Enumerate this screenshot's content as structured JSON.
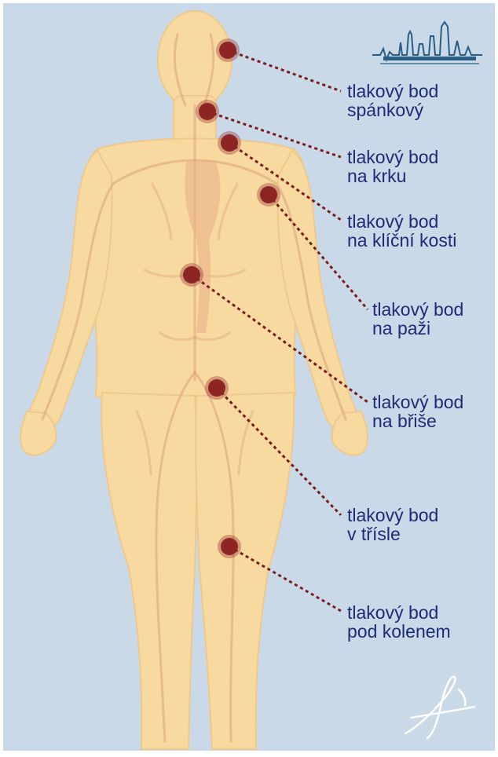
{
  "colors": {
    "background": "#c9d9e8",
    "body": "#f8d9a0",
    "vessels": "#d9a27a",
    "pressure_point": "#8e2525",
    "leader_line": "#7a1c1c",
    "label_text": "#1e2a78",
    "logo": "#2a5d86"
  },
  "logo": {
    "icon": "city-skyline-ecg-logo"
  },
  "signature": {
    "icon": "handwritten-signature-mark"
  },
  "points": [
    {
      "id": "temple",
      "line1": "tlakový bod",
      "line2": "spánkový"
    },
    {
      "id": "neck",
      "line1": "tlakový bod",
      "line2": "na krku"
    },
    {
      "id": "collarbone",
      "line1": "tlakový bod",
      "line2": "na klíční kosti"
    },
    {
      "id": "arm",
      "line1": "tlakový bod",
      "line2": "na paži"
    },
    {
      "id": "abdomen",
      "line1": "tlakový bod",
      "line2": "na břiše"
    },
    {
      "id": "groin",
      "line1": "tlakový bod",
      "line2": "v třísle"
    },
    {
      "id": "knee",
      "line1": "tlakový bod",
      "line2": "pod kolenem"
    }
  ]
}
